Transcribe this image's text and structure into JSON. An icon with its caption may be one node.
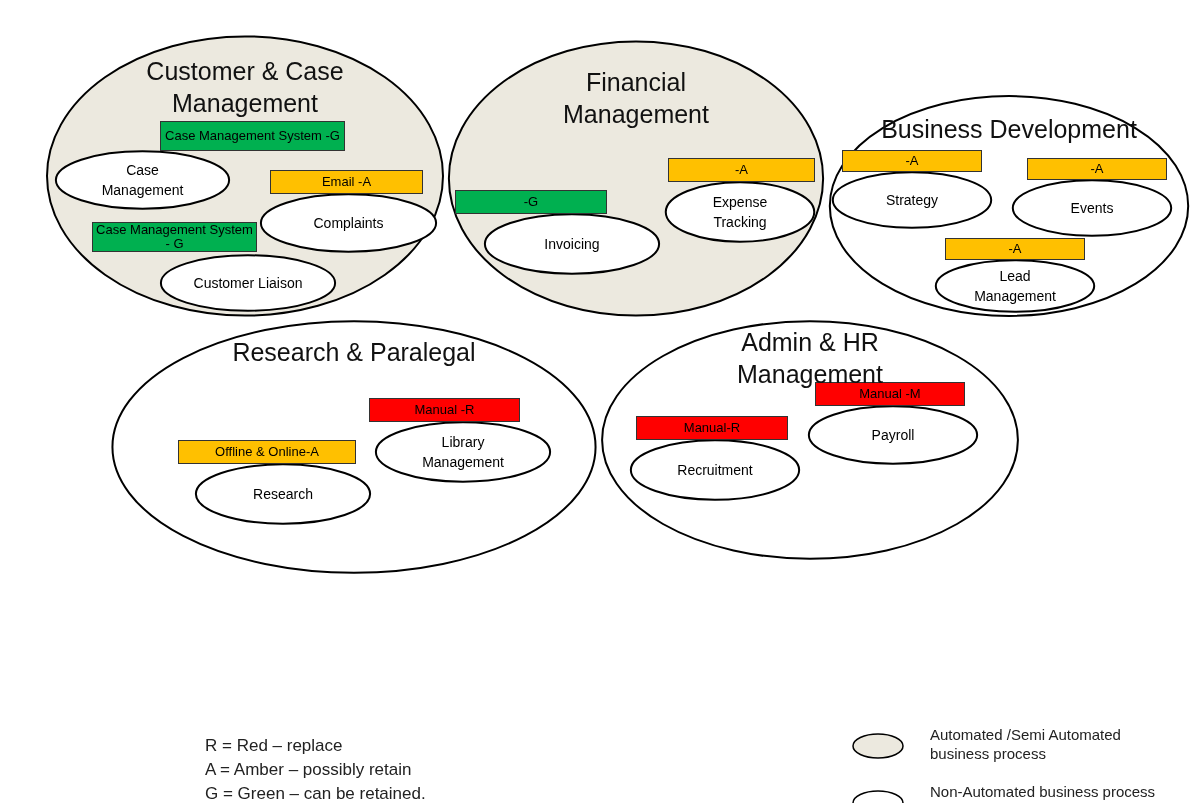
{
  "diagram": {
    "nodes": [
      {
        "text": [
          "Customer & Case Management"
        ]
      },
      {
        "text": [
          "Case Management System -G"
        ],
        "in": 0
      },
      {
        "text": [
          "Case Management"
        ],
        "in": 0
      },
      {
        "text": [
          "Email -A"
        ],
        "in": 0
      },
      {
        "text": [
          "Complaints"
        ],
        "in": 0
      },
      {
        "text": [
          "Case Management System - G"
        ],
        "in": 0
      },
      {
        "text": [
          "Customer Liaison"
        ],
        "in": 0
      },
      {
        "text": [
          "Financial Management"
        ]
      },
      {
        "text": [
          "-A"
        ],
        "in": 7
      },
      {
        "text": [
          "Expense Tracking"
        ],
        "in": 7
      },
      {
        "text": [
          "-G"
        ],
        "in": 7
      },
      {
        "text": [
          "Invoicing"
        ],
        "in": 7
      },
      {
        "text": [
          "Business Development"
        ]
      },
      {
        "text": [
          "-A"
        ],
        "in": 12
      },
      {
        "text": [
          "Strategy"
        ],
        "in": 12
      },
      {
        "text": [
          "-A"
        ],
        "in": 12
      },
      {
        "text": [
          "Events"
        ],
        "in": 12
      },
      {
        "text": [
          "-A"
        ],
        "in": 12
      },
      {
        "text": [
          "Lead Management"
        ],
        "in": 12
      },
      {
        "text": [
          "Research & Paralegal"
        ]
      },
      {
        "text": [
          "Manual -R"
        ],
        "in": 19
      },
      {
        "text": [
          "Library Management"
        ],
        "in": 19
      },
      {
        "text": [
          "Offline & Online-A"
        ],
        "in": 19
      },
      {
        "text": [
          "Research"
        ],
        "in": 19
      },
      {
        "text": [
          "Admin & HR Management"
        ]
      },
      {
        "text": [
          "Manual -M"
        ],
        "in": 24
      },
      {
        "text": [
          "Payroll"
        ],
        "in": 24
      },
      {
        "text": [
          "Manual-R"
        ],
        "in": 24
      },
      {
        "text": [
          "Recruitment"
        ],
        "in": 24
      }
    ],
    "labels": [
      "R = Red – replace",
      "A = Amber – possibly retain",
      "G = Green – can be retained."
    ],
    "legend": [
      {
        "text": "Automated /Semi Automated business process"
      },
      {
        "text": "Non-Automated business process"
      }
    ]
  }
}
